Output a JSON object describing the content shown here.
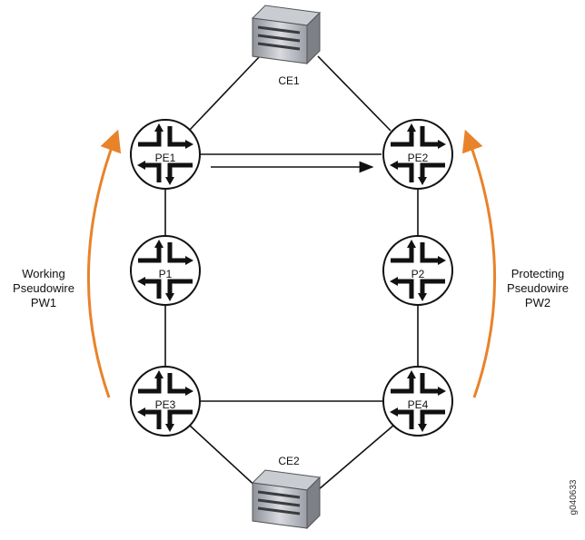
{
  "nodes": {
    "ce1": "CE1",
    "ce2": "CE2",
    "pe1": "PE1",
    "pe2": "PE2",
    "p1": "P1",
    "p2": "P2",
    "pe3": "PE3",
    "pe4": "PE4"
  },
  "working": {
    "line1": "Working",
    "line2": "Pseudowire",
    "line3": "PW1"
  },
  "protecting": {
    "line1": "Protecting",
    "line2": "Pseudowire",
    "line3": "PW2"
  },
  "figure_id": "g040633",
  "colors": {
    "arc": "#E8832A",
    "line": "#111111"
  }
}
